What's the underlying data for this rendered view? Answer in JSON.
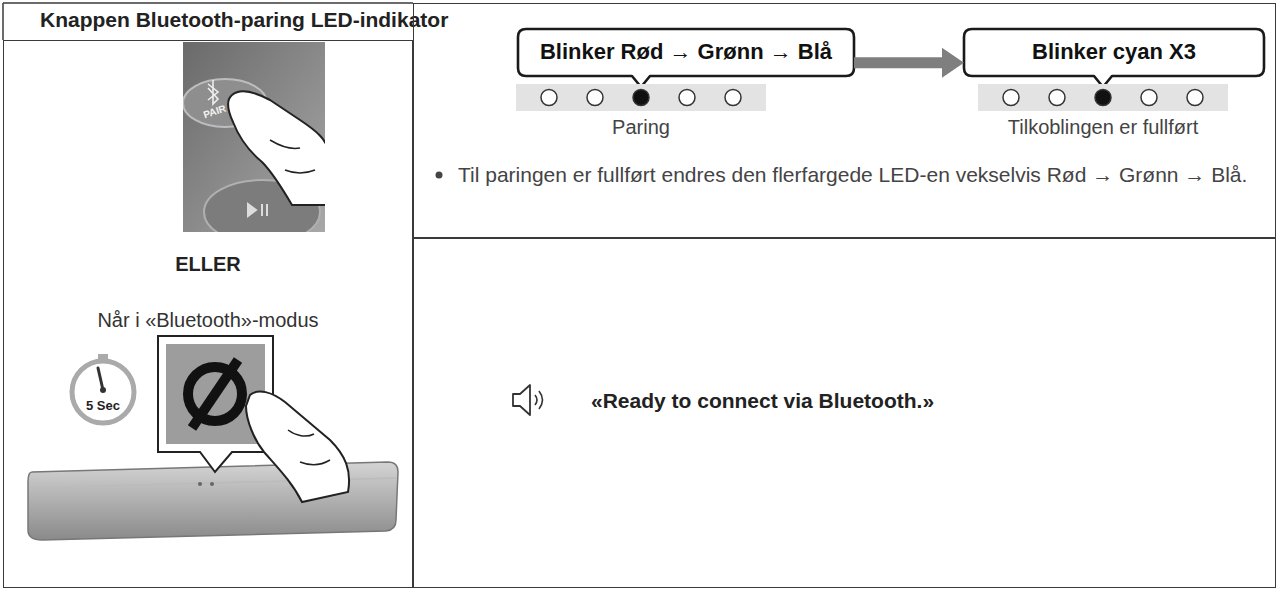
{
  "diagram": {
    "title": "Knappen Bluetooth-paring LED-indikator",
    "nodes": [
      {
        "text": [
          "ELLER",
          "Når i «Bluetooth»-modus"
        ]
      },
      {
        "text": [
          "Til paringen er fullført endres den flerfargede LED-en vekselvis Rød → Grønn → Blå."
        ]
      },
      {
        "text": [
          "Blinker Rød → Grønn → Blå"
        ],
        "in": 1
      },
      {
        "text": [
          "Paring"
        ],
        "in": 1
      },
      {
        "text": [
          "Blinker cyan X3"
        ],
        "in": 1
      },
      {
        "text": [
          "Tilkoblingen er fullført"
        ],
        "in": 1
      },
      {
        "text": [
          "«Ready to connect via Bluetooth.»"
        ]
      }
    ],
    "edges": [
      {
        "from": 2,
        "to": 4,
        "arrow": "to"
      }
    ],
    "labels": [
      "PAIR",
      "5 Sec"
    ]
  }
}
